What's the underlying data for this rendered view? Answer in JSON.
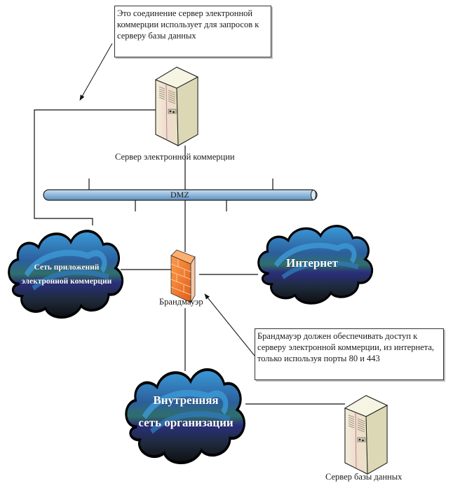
{
  "callouts": {
    "db_connection": "Это соединение сервер электронной коммерции использует для запросов к серверу базы данных",
    "firewall_rule": "Брандмауэр должен обеспечивать доступ к серверу электронной коммерции, из интернета, только используя порты 80 и 443"
  },
  "nodes": {
    "ecommerce_server": {
      "label": "Сервер электронной коммерции",
      "icon": "server-icon"
    },
    "dmz": {
      "label": "DMZ",
      "icon": "network-bus"
    },
    "app_network": {
      "label_line1": "Сеть приложений",
      "label_line2": "электронной коммерции",
      "icon": "cloud-icon"
    },
    "firewall": {
      "label": "Брандмауэр",
      "icon": "firewall-icon"
    },
    "internet": {
      "label": "Интернет",
      "icon": "cloud-icon"
    },
    "internal_network": {
      "label_line1": "Внутренняя",
      "label_line2": "сеть организации",
      "icon": "cloud-icon"
    },
    "db_server": {
      "label": "Сервер базы данных",
      "icon": "server-icon"
    }
  },
  "colors": {
    "bus_fill": "#8fb8dc",
    "firewall_brick": "#f07a2a",
    "cloud_dark": "#1b1f3a",
    "cloud_mid": "#2f6aa8",
    "cloud_light": "#3c9ad6",
    "server_body": "#ecebd0"
  }
}
